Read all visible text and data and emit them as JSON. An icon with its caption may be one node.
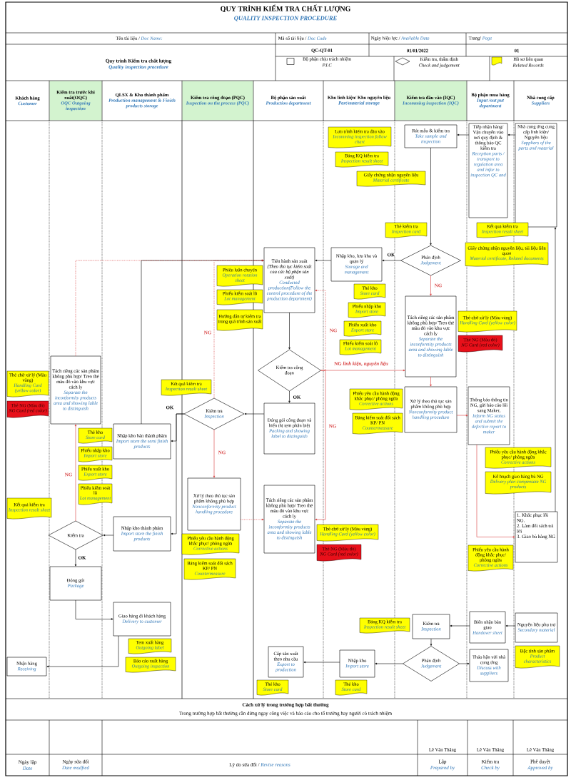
{
  "diagram": {
    "title": "QUY TRÌNH KIỂM TRA CHẤT LƯỢNG",
    "nodes": [
      {
        "text": [
          "Nhà cung ứng cung cấp linh kiện/ Nguyên liệu",
          "Suppliers of the parts and material"
        ]
      },
      {
        "text": [
          "Tiếp nhận hàng/ Vận chuyển vào nơi quy định & thông báo QC kiểm tra",
          "Reception parts / transport to regulation area and infor to inspection QC and"
        ]
      },
      {
        "text": [
          "Rút mẫu & kiểm tra",
          "Take sample and inspection"
        ]
      },
      {
        "text": [
          "Lưu trình kiểm tra đầu vào",
          "Incomming inspection follow chart"
        ]
      },
      {
        "text": [
          "Bảng KQ kiểm tra",
          "Inspection result sheet"
        ]
      },
      {
        "text": [
          "Giấy chứng nhận nguyên liệu",
          "Material certificate"
        ]
      },
      {
        "text": [
          "Thẻ kiểm tra",
          "Inspection card"
        ]
      },
      {
        "text": [
          "Kết quả kiểm tra",
          "Inspection result sheet"
        ]
      },
      {
        "text": [
          "Giấy chứng nhận nguyên liệu, tài liệu liên quan",
          "Material certificate, Related documents"
        ]
      },
      {
        "text": [
          "Tiến hành sản xuất",
          "(Theo thủ tục kiểm soát của các bộ phận sản xuất)",
          "Conducted production(Follow the control procedure of the production department)"
        ]
      },
      {
        "text": [
          "Nhập kho, lưu kho và quản lý",
          "Storage and management"
        ]
      },
      {
        "text": [
          "Phán định",
          "Judgement"
        ]
      },
      {
        "text": [
          "Phiếu luân chuyển",
          "Operation rotation sheet"
        ]
      },
      {
        "text": [
          "Thẻ kho",
          "Store card"
        ]
      },
      {
        "text": [
          "Phiếu kiểm soát lô",
          "Lot management"
        ]
      },
      {
        "text": [
          "Phiếu nhập kho",
          "Import store"
        ]
      },
      {
        "text": [
          "Tách riêng các sản phẩm không phù hợp/ Treo thẻ màu đỏ vào khu vực cách ly",
          "Separate the inconformity products area and showing lable to distinguish"
        ]
      },
      {
        "text": [
          "Phiếu xuất kho",
          "Export store"
        ]
      },
      {
        "text": [
          "Phiếu kiểm soát lô",
          "Lot management"
        ]
      },
      {
        "text": [
          "Thẻ chờ xử lý (Màu vàng)",
          "Handling Card (yellow color)"
        ]
      },
      {
        "text": [
          "Hướng dẫn tự kiểm tra trong quá trình sản xuất"
        ]
      },
      {
        "text": [
          "Kiểm tra công đoạn"
        ]
      },
      {
        "text": [
          "Tách riêng các sản phẩm không phù hợp/ Treo thẻ màu đỏ vào khu vực cách ly",
          "Separate the inconformity products area and showing lable to distinguish"
        ]
      },
      {
        "text": [
          "Thẻ NG (Màu đỏ)",
          "NG Card (red color)"
        ]
      },
      {
        "text": [
          "Thẻ chờ xử lý (Màu vàng)",
          "Handling Card (yellow color)"
        ]
      },
      {
        "text": [
          "Xử lý theo thủ tục sản phẩm không phù hợp",
          "Nonconformity product handling procedure"
        ]
      },
      {
        "text": [
          "Thông báo thông tin NG, gửi báo cáo lỗi sang Maker,",
          "Inform NG status and submit the defective report to maker"
        ]
      },
      {
        "text": [
          "Kết quả kiểm tra",
          "Inspection result sheet"
        ]
      },
      {
        "text": [
          "Phiếu yêu cầu hành động khắc phục/ phòng ngừa",
          "Corrective actions"
        ]
      },
      {
        "text": [
          "Kiểm tra",
          "Inspection"
        ]
      },
      {
        "text": [
          "Đóng gói công đoạn và hiển thị tem phân biệt",
          "Packing and showing label to distinguish"
        ]
      },
      {
        "text": [
          "Thẻ NG (Màu đỏ)",
          "NG Card (red color)"
        ]
      },
      {
        "text": [
          "Bảng kiểm soát đối sách KP/ PN",
          "Countermeasure"
        ]
      },
      {
        "text": [
          "Nhập kho bán thành phẩm",
          "Import store the semi finish products"
        ]
      },
      {
        "text": [
          "Phiếu yêu cầu hành động khắc phục/ phòng ngừa",
          "Corrective actions"
        ]
      },
      {
        "text": [
          "Thẻ kho",
          "Store card"
        ]
      },
      {
        "text": [
          "Phiếu nhập kho",
          "Import store"
        ]
      },
      {
        "text": [
          "Kế hoạch giao hàng bù NG",
          "Delivery plan compensate NG products"
        ]
      },
      {
        "text": [
          "Xử lý theo thủ tục sản phẩm không phù hợp",
          "Nonconformity product handling procedure"
        ]
      },
      {
        "text": [
          "Phiếu xuất kho",
          "Export store"
        ]
      },
      {
        "text": [
          "Tách riêng các sản phẩm không phù hợp/ Treo thẻ màu đỏ vào khu vực cách ly",
          "Separate the inconformity products area and showing lable to distinguish"
        ]
      },
      {
        "text": [
          "Phiếu kiểm soát lô",
          "Lot management"
        ]
      },
      {
        "text": [
          "1. Khắc phục lỗi NG.",
          "2. Làm đối sách trả lời",
          "3. Giao bù hàng NG"
        ]
      },
      {
        "text": [
          "Nhập kho thành phẩm",
          "Import store the finish products"
        ]
      },
      {
        "text": [
          "Kết quả kiểm tra",
          "Inspection result sheet"
        ]
      },
      {
        "text": [
          "Kiểm tra"
        ]
      },
      {
        "text": [
          "Thẻ chờ xử lý (Màu vàng)",
          "Handling Card (yellow color)"
        ]
      },
      {
        "text": [
          "Phiếu yêu cầu hành động khắc phục/ phòng ngừa",
          "Corrective actions"
        ]
      },
      {
        "text": [
          "Thẻ NG (Màu đỏ)",
          "NG Card (red color)"
        ]
      },
      {
        "text": [
          "Phiếu yêu cầu hành động khắc phục/ phòng ngừa",
          "Corrective actions"
        ]
      },
      {
        "text": [
          "Bảng kiểm soát đối sách KP/ PN",
          "Countermeasure"
        ]
      },
      {
        "text": [
          "Đóng gói",
          "Package"
        ]
      },
      {
        "text": [
          "Giao hàng đi khách hàng",
          "Delivery to customer"
        ]
      },
      {
        "text": [
          "Biên nhận bàn giao",
          "Handover sheet"
        ]
      },
      {
        "text": [
          "Nguyên liệu phụ trợ",
          "Secondary material"
        ]
      },
      {
        "text": [
          "Kiểm tra",
          "Inspection"
        ]
      },
      {
        "text": [
          "Bảng KQ kiểm tra",
          "Inspection result sheet"
        ]
      },
      {
        "text": [
          "Tem xuất hàng",
          "Outgoing label"
        ]
      },
      {
        "text": [
          "Đặc tính sản phẩm",
          "Product characteristics"
        ]
      },
      {
        "text": [
          "Phán định",
          "Judgement"
        ]
      },
      {
        "text": [
          "Báo cáo xuất hàng",
          "Outgoing inspection"
        ]
      },
      {
        "text": [
          "Cấp sản xuất theo nhu cầu",
          "Export to production"
        ]
      },
      {
        "text": [
          "Nhập kho",
          "Import store"
        ]
      },
      {
        "text": [
          "Tháo hận với nhà cung ứng",
          "Discuss with suppliers"
        ]
      },
      {
        "text": [
          "Nhận hàng",
          "Receiving"
        ]
      },
      {
        "text": [
          "Thẻ kho",
          "Store card"
        ]
      },
      {
        "text": [
          "Thẻ kho",
          "Store card"
        ]
      }
    ],
    "edges": [
      {
        "from": 0,
        "to": 1,
        "arrow": "to"
      },
      {
        "from": 1,
        "to": 2,
        "arrow": "to"
      },
      {
        "from": 2,
        "to": 11,
        "arrow": "to"
      },
      {
        "from": 11,
        "to": 10,
        "arrow": "to",
        "label": "OK"
      },
      {
        "from": 10,
        "to": 9,
        "arrow": "to"
      },
      {
        "from": 11,
        "to": 16,
        "arrow": "to",
        "label": "NG",
        "color": "#d63b3b"
      },
      {
        "from": 16,
        "to": 25,
        "arrow": "to",
        "color": "#d63b3b"
      },
      {
        "from": 25,
        "to": 26,
        "arrow": "to",
        "color": "#d63b3b"
      },
      {
        "from": 26,
        "to": 42,
        "arrow": "to",
        "color": "#d63b3b"
      },
      {
        "from": 42,
        "to": 0,
        "arrow": "to"
      },
      {
        "from": 9,
        "to": 21,
        "arrow": "to"
      },
      {
        "from": 21,
        "to": 30,
        "arrow": "to",
        "label": "OK"
      },
      {
        "from": 21,
        "to": 16,
        "arrow": "to",
        "label": "NG *linh kiện, nguyên liệu*",
        "color": "#d63b3b"
      },
      {
        "from": 21,
        "to": 40,
        "arrow": "to",
        "label": "NG",
        "color": "#d63b3b"
      },
      {
        "from": 21,
        "to": 9,
        "arrow": "to",
        "label": "NG",
        "style": "dashed",
        "color": "#d63b3b"
      },
      {
        "from": 30,
        "to": 29,
        "arrow": "to"
      },
      {
        "from": 29,
        "to": 33,
        "arrow": "to",
        "label": "OK"
      },
      {
        "from": 29,
        "to": 43,
        "arrow": "to"
      },
      {
        "from": 29,
        "to": 38,
        "arrow": "to",
        "label": "NG",
        "color": "#d63b3b"
      },
      {
        "from": 29,
        "to": 9,
        "arrow": "to",
        "label": "NG",
        "style": "dashed",
        "color": "#d63b3b"
      },
      {
        "from": 38,
        "to": 40,
        "arrow": "to",
        "style": "dashed",
        "color": "#d63b3b"
      },
      {
        "from": 33,
        "to": 9,
        "arrow": "to"
      },
      {
        "from": 43,
        "to": 45,
        "arrow": "to"
      },
      {
        "from": 45,
        "to": 22,
        "arrow": "to",
        "label": "NG",
        "color": "#d63b3b"
      },
      {
        "from": 22,
        "to": 9,
        "arrow": "to",
        "style": "dashed",
        "color": "#d63b3b"
      },
      {
        "from": 45,
        "to": 51,
        "arrow": "to",
        "label": "OK"
      },
      {
        "from": 51,
        "to": 52,
        "arrow": "to"
      },
      {
        "from": 52,
        "to": 64,
        "arrow": "to"
      },
      {
        "from": 54,
        "to": 53,
        "arrow": "to"
      },
      {
        "from": 53,
        "to": 55,
        "arrow": "to"
      },
      {
        "from": 55,
        "to": 59,
        "arrow": "to"
      },
      {
        "from": 59,
        "to": 63,
        "arrow": "to"
      },
      {
        "from": 59,
        "to": 62,
        "arrow": "to"
      },
      {
        "from": 62,
        "to": 61,
        "arrow": "to"
      }
    ],
    "labels": [
      "QUALITY INSPECTION PROCEDURE",
      "Tên tài liệu /",
      "Doc Name:",
      "Mã số tài liệu /",
      "Doc Code",
      "Ngày hiệu lực /",
      "Available Date",
      "Trang/",
      "Page",
      "Quy trình Kiểm tra chất lượng",
      "Quality inspection procedure",
      "QC-QT-01",
      "01/01/2022",
      "01",
      "Khách hàng",
      "Customer",
      "Kiểm tra trước khi xuất(OQC)",
      "OQC Outgoing inspection",
      "QLSX & Kho thành phẩm",
      "Production management & Finish products storage",
      "Kiểm tra công đoạn (PQC)",
      "Inspection on the process (PQC)",
      "Bộ phận sản xuất",
      "Production department",
      "Kho linh kiện/ Kho nguyên liệu",
      "Part/material storage",
      "Kiểm tra đầu vào (IQC)",
      "Incomming inspection (IQC)",
      "Bộ phận mua hàng",
      "Input /out put department",
      "Nhà cung cấp",
      "Suppliers",
      "Cách xử lý trong trường hợp bất thường",
      "Trong trường hợp bất thường cần dừng ngay công việc và báo cáo cho tổ trưởng hay người có trách nhiệm",
      "Lê Văn Thắng",
      "Lê Văn Thắng",
      "Lê Văn Thắng",
      "Ngày lập",
      "Date",
      "Ngày sửa đổi",
      "Date modfied",
      "Lý do sửa đổi /",
      "Revise reasons",
      "Lập",
      "Prepared by",
      "Kiểm tra",
      "Check by",
      "Phê duyệt",
      "Approved by"
    ],
    "legend": [
      {
        "text": "Bộ phận chịu trách nhiệm *P.I.C*"
      },
      {
        "text": "Kiểm tra, thẩm định *Check and judgement*"
      },
      {
        "text": "Hồ sơ liên quan *Related Records*",
        "color": "#ffff00"
      }
    ]
  }
}
